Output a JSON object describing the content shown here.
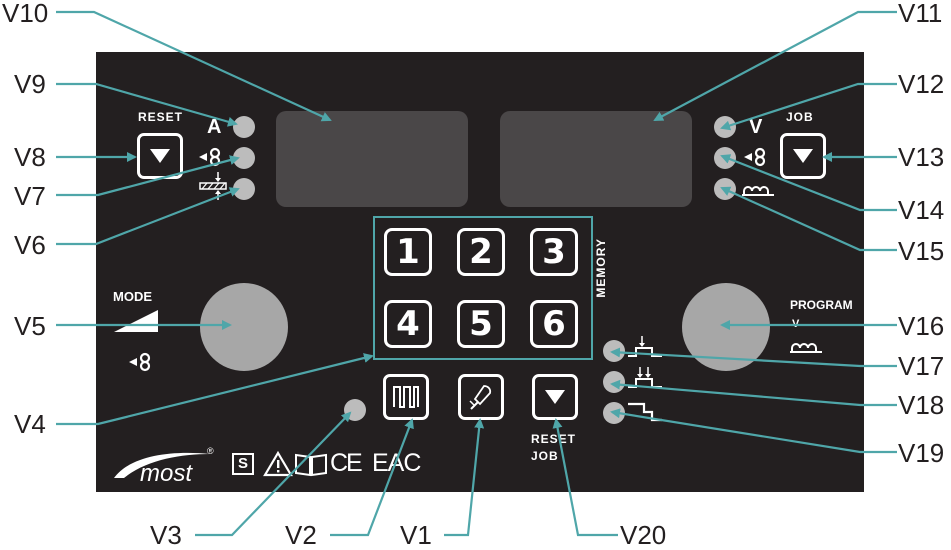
{
  "callouts": {
    "v1": "V1",
    "v2": "V2",
    "v3": "V3",
    "v4": "V4",
    "v5": "V5",
    "v6": "V6",
    "v7": "V7",
    "v8": "V8",
    "v9": "V9",
    "v10": "V10",
    "v11": "V11",
    "v12": "V12",
    "v13": "V13",
    "v14": "V14",
    "v15": "V15",
    "v16": "V16",
    "v17": "V17",
    "v18": "V18",
    "v19": "V19",
    "v20": "V20"
  },
  "panel": {
    "reset_label": "RESET",
    "amp_label": "A",
    "job_label": "JOB",
    "volt_label": "V",
    "mode_label": "MODE",
    "program_label": "PROGRAM",
    "program_sub_label": "V",
    "memory_label": "MEMORY",
    "reset_job_label_1": "RESET",
    "reset_job_label_2": "JOB",
    "keys": [
      "1",
      "2",
      "3",
      "4",
      "5",
      "6"
    ],
    "brand": "most",
    "brand_reg": "®",
    "cert_s": "S",
    "cert_ce": "CE",
    "cert_eac": "EAC"
  },
  "colors": {
    "panel": "#231f20",
    "leader": "#4fa6a9",
    "display": "#4a4748",
    "led": "#bcbcbc",
    "knob": "#a7a7a7"
  }
}
